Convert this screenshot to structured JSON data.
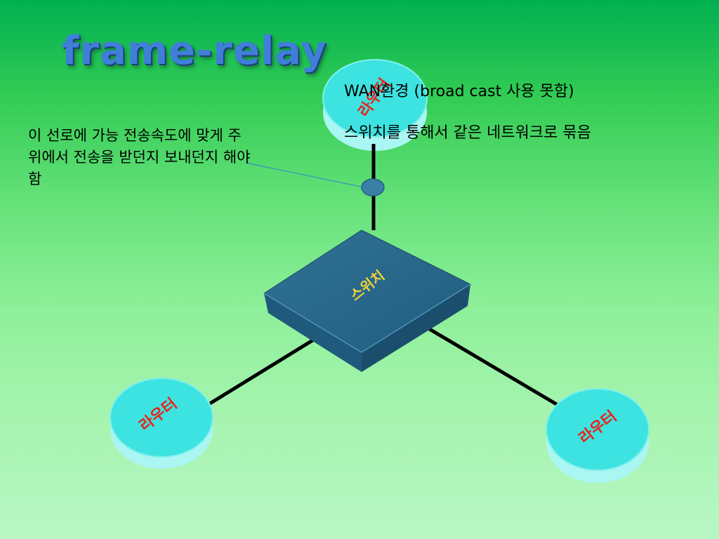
{
  "title": "frame-relay",
  "notes": {
    "left": "이 선로에 가능 전송속도에 맞게 주위에서 전송을 받던지 보내던지 해야함",
    "right_line1": "WAN환경 (broad cast 사용 못함)",
    "right_line2": "스위치를 통해서 같은 네트워크로 묶음"
  },
  "switch": {
    "label": "스위치"
  },
  "routers": [
    {
      "label": "라우터"
    },
    {
      "label": "라우터"
    },
    {
      "label": "라우터"
    }
  ],
  "colors": {
    "router_face": "#3de3e0",
    "router_side": "#a9f6f2",
    "router_label": "#e8241c",
    "switch_top": "#2e6c8e",
    "switch_side": "#1f5372",
    "switch_label": "#f2d23a",
    "link": "#000000",
    "connector": "#3a7fa4"
  }
}
